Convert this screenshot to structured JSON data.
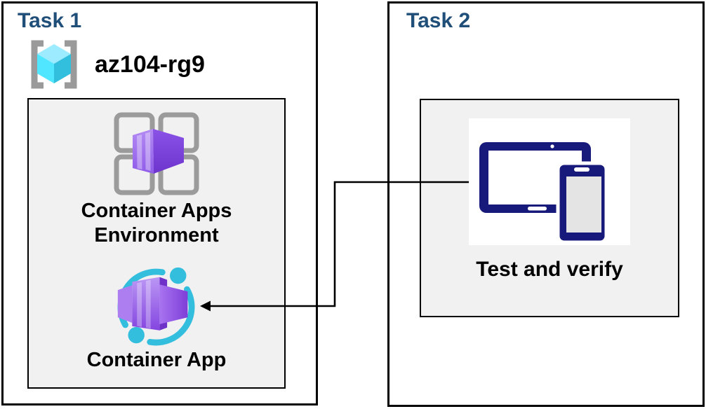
{
  "task1": {
    "title": "Task 1",
    "resource_group": {
      "name": "az104-rg9"
    },
    "environment": {
      "label_lines": [
        "Container Apps",
        "Environment"
      ]
    },
    "app": {
      "label": "Container App"
    }
  },
  "task2": {
    "title": "Task 2",
    "test": {
      "label": "Test and verify"
    }
  },
  "connector": {
    "from": "Test and verify",
    "to": "Container App",
    "style": "elbow-arrow"
  },
  "colors": {
    "task_title": "#1F4E79",
    "box_border": "#000000",
    "inner_box_bg": "#F1F1F2",
    "icon_gray": "#9B9B9B",
    "cube_cyan_top": "#9CEBFF",
    "cube_cyan_left": "#50E6FF",
    "cube_cyan_right": "#32BEDD",
    "purple_light": "#B691F2",
    "purple_mid": "#8A55E8",
    "purple_dark": "#7038CE",
    "arc_cyan": "#33BEDD",
    "devices_navy": "#171A7B"
  }
}
